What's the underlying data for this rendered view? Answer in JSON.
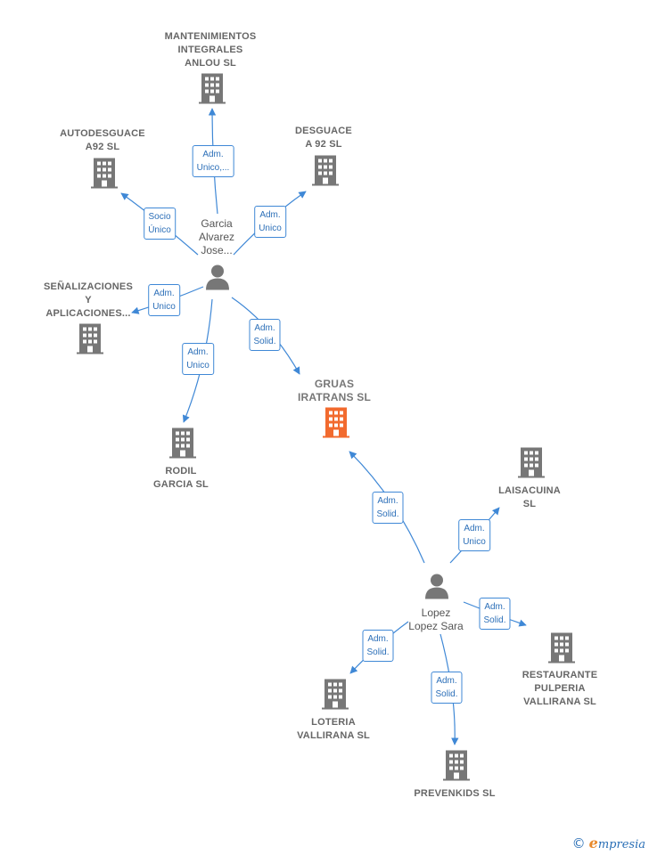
{
  "colors": {
    "edge": "#3f88d6",
    "building": "#777777",
    "building_main": "#f26a2e",
    "person": "#777777"
  },
  "nodes": {
    "mantenimientos": {
      "label": "MANTENIMIENTOS\nINTEGRALES\nANLOU SL",
      "icon": "building-icon"
    },
    "autodesguace": {
      "label": "AUTODESGUACE\nA92  SL",
      "icon": "building-icon"
    },
    "desguace": {
      "label": "DESGUACE\nA 92  SL",
      "icon": "building-icon"
    },
    "senalizaciones": {
      "label": "SEÑALIZACIONES\nY\nAPLICACIONES...",
      "icon": "building-icon"
    },
    "rodil": {
      "label": "RODIL\nGARCIA  SL",
      "icon": "building-icon"
    },
    "gruas": {
      "label": "GRUAS\nIRATRANS  SL",
      "icon": "building-icon",
      "main": true
    },
    "laisacuina": {
      "label": "LAISACUINA\nSL",
      "icon": "building-icon"
    },
    "restaurante": {
      "label": "RESTAURANTE\nPULPERIA\nVALLIRANA  SL",
      "icon": "building-icon"
    },
    "loteria": {
      "label": "LOTERIA\nVALLIRANA  SL",
      "icon": "building-icon"
    },
    "prevenkids": {
      "label": "PREVENKIDS SL",
      "icon": "building-icon"
    }
  },
  "persons": {
    "garcia": {
      "label": "Garcia\nAlvarez\nJose...",
      "icon": "person-icon"
    },
    "lopez": {
      "label": "Lopez\nLopez Sara",
      "icon": "person-icon"
    }
  },
  "roles": {
    "garcia_mantenimientos": "Adm.\nUnico,...",
    "garcia_autodesguace": "Socio\nÚnico",
    "garcia_desguace": "Adm.\nUnico",
    "garcia_senalizaciones": "Adm.\nUnico",
    "garcia_rodil": "Adm.\nUnico",
    "garcia_gruas": "Adm.\nSolid.",
    "lopez_gruas": "Adm.\nSolid.",
    "lopez_laisacuina": "Adm.\nUnico",
    "lopez_restaurante": "Adm.\nSolid.",
    "lopez_loteria": "Adm.\nSolid.",
    "lopez_prevenkids": "Adm.\nSolid."
  },
  "footer": {
    "copyright": "©",
    "brand_initial": "e",
    "brand_rest": "mpresia"
  }
}
